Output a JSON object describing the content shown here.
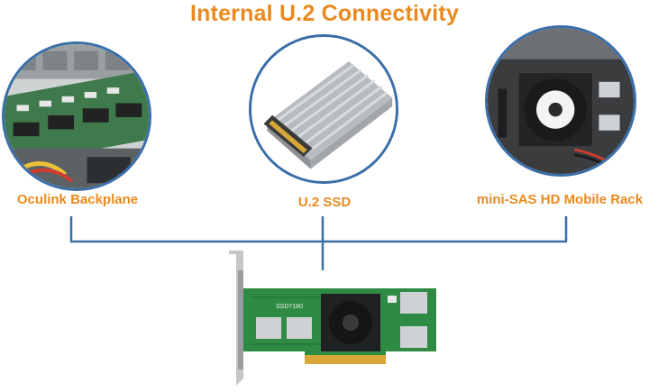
{
  "title": "Internal U.2 Connectivity",
  "items": [
    {
      "label": "Oculink Backplane"
    },
    {
      "label": "U.2 SSD"
    },
    {
      "label": "mini-SAS HD Mobile Rack"
    }
  ],
  "card": {
    "silkscreen": "SSD7180"
  },
  "colors": {
    "accent": "#ea8a1e",
    "line": "#3a6eaa",
    "pcb": "#2f8a44"
  }
}
